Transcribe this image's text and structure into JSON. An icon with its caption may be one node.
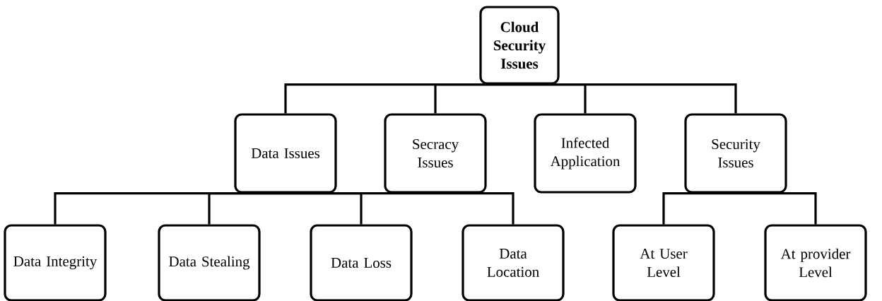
{
  "diagram": {
    "nodes": [
      {
        "text": [
          "Cloud Security Issues"
        ]
      },
      {
        "text": [
          "Data Issues"
        ]
      },
      {
        "text": [
          "Secracy Issues"
        ]
      },
      {
        "text": [
          "Infected Application"
        ]
      },
      {
        "text": [
          "Security Issues"
        ]
      },
      {
        "text": [
          "Data Integrity"
        ]
      },
      {
        "text": [
          "Data Stealing"
        ]
      },
      {
        "text": [
          "Data Loss"
        ]
      },
      {
        "text": [
          "Data Location"
        ]
      },
      {
        "text": [
          "At User Level"
        ]
      },
      {
        "text": [
          "At provider Level"
        ]
      }
    ],
    "edges": [
      {
        "from": 0,
        "to": 1,
        "arrow": "none"
      },
      {
        "from": 0,
        "to": 2,
        "arrow": "none"
      },
      {
        "from": 0,
        "to": 3,
        "arrow": "none"
      },
      {
        "from": 0,
        "to": 4,
        "arrow": "none"
      },
      {
        "from": 1,
        "to": 5,
        "arrow": "none"
      },
      {
        "from": 1,
        "to": 6,
        "arrow": "none"
      },
      {
        "from": 1,
        "to": 7,
        "arrow": "none"
      },
      {
        "from": 1,
        "to": 8,
        "arrow": "none"
      },
      {
        "from": 4,
        "to": 9,
        "arrow": "none"
      },
      {
        "from": 4,
        "to": 10,
        "arrow": "none"
      }
    ]
  }
}
